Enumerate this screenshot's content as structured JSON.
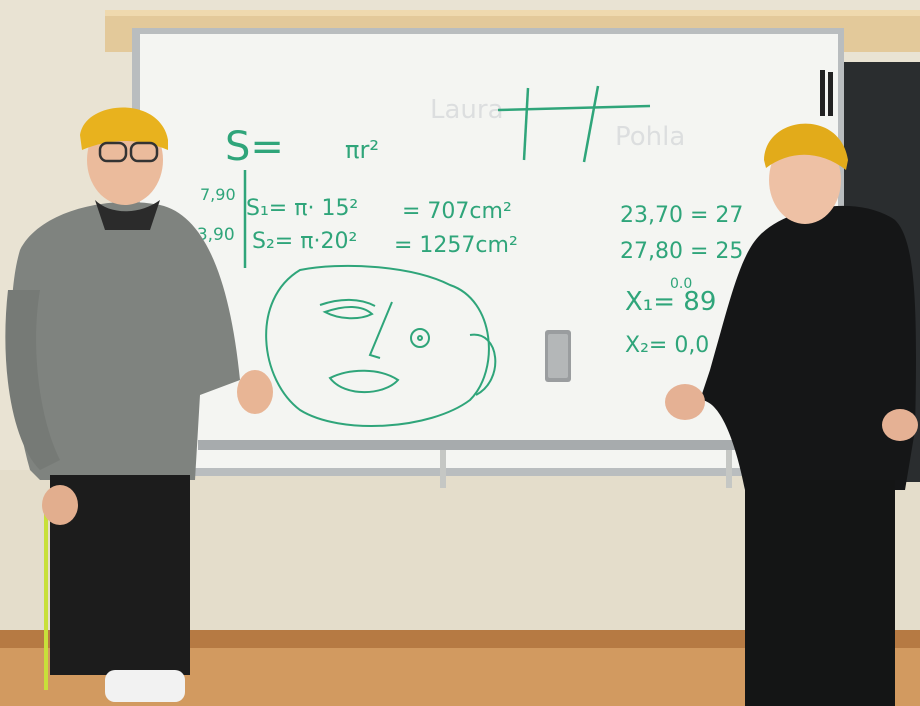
{
  "board": {
    "formula_s": "S=",
    "formula_pi_r2": "πr²",
    "row1_prefix": "7,90",
    "row1_eq": "S₁= π· 15²",
    "row1_result": "= 707cm²",
    "row2_prefix": "13,90",
    "row2_eq": "S₂= π·20²",
    "row2_result": "= 1257cm²",
    "right_row1": "23,70 = 27",
    "right_row2": "27,80 = 25",
    "x1_sup": "0.0",
    "x1": "X₁= 89",
    "x2": "X₂= 0,0",
    "ghost1": "Laura",
    "ghost2": "Pohla"
  },
  "colors": {
    "marker": "#2fa57a",
    "beanie": "#e8b21e",
    "wall": "#ece6d6",
    "floor": "#c98f55"
  }
}
